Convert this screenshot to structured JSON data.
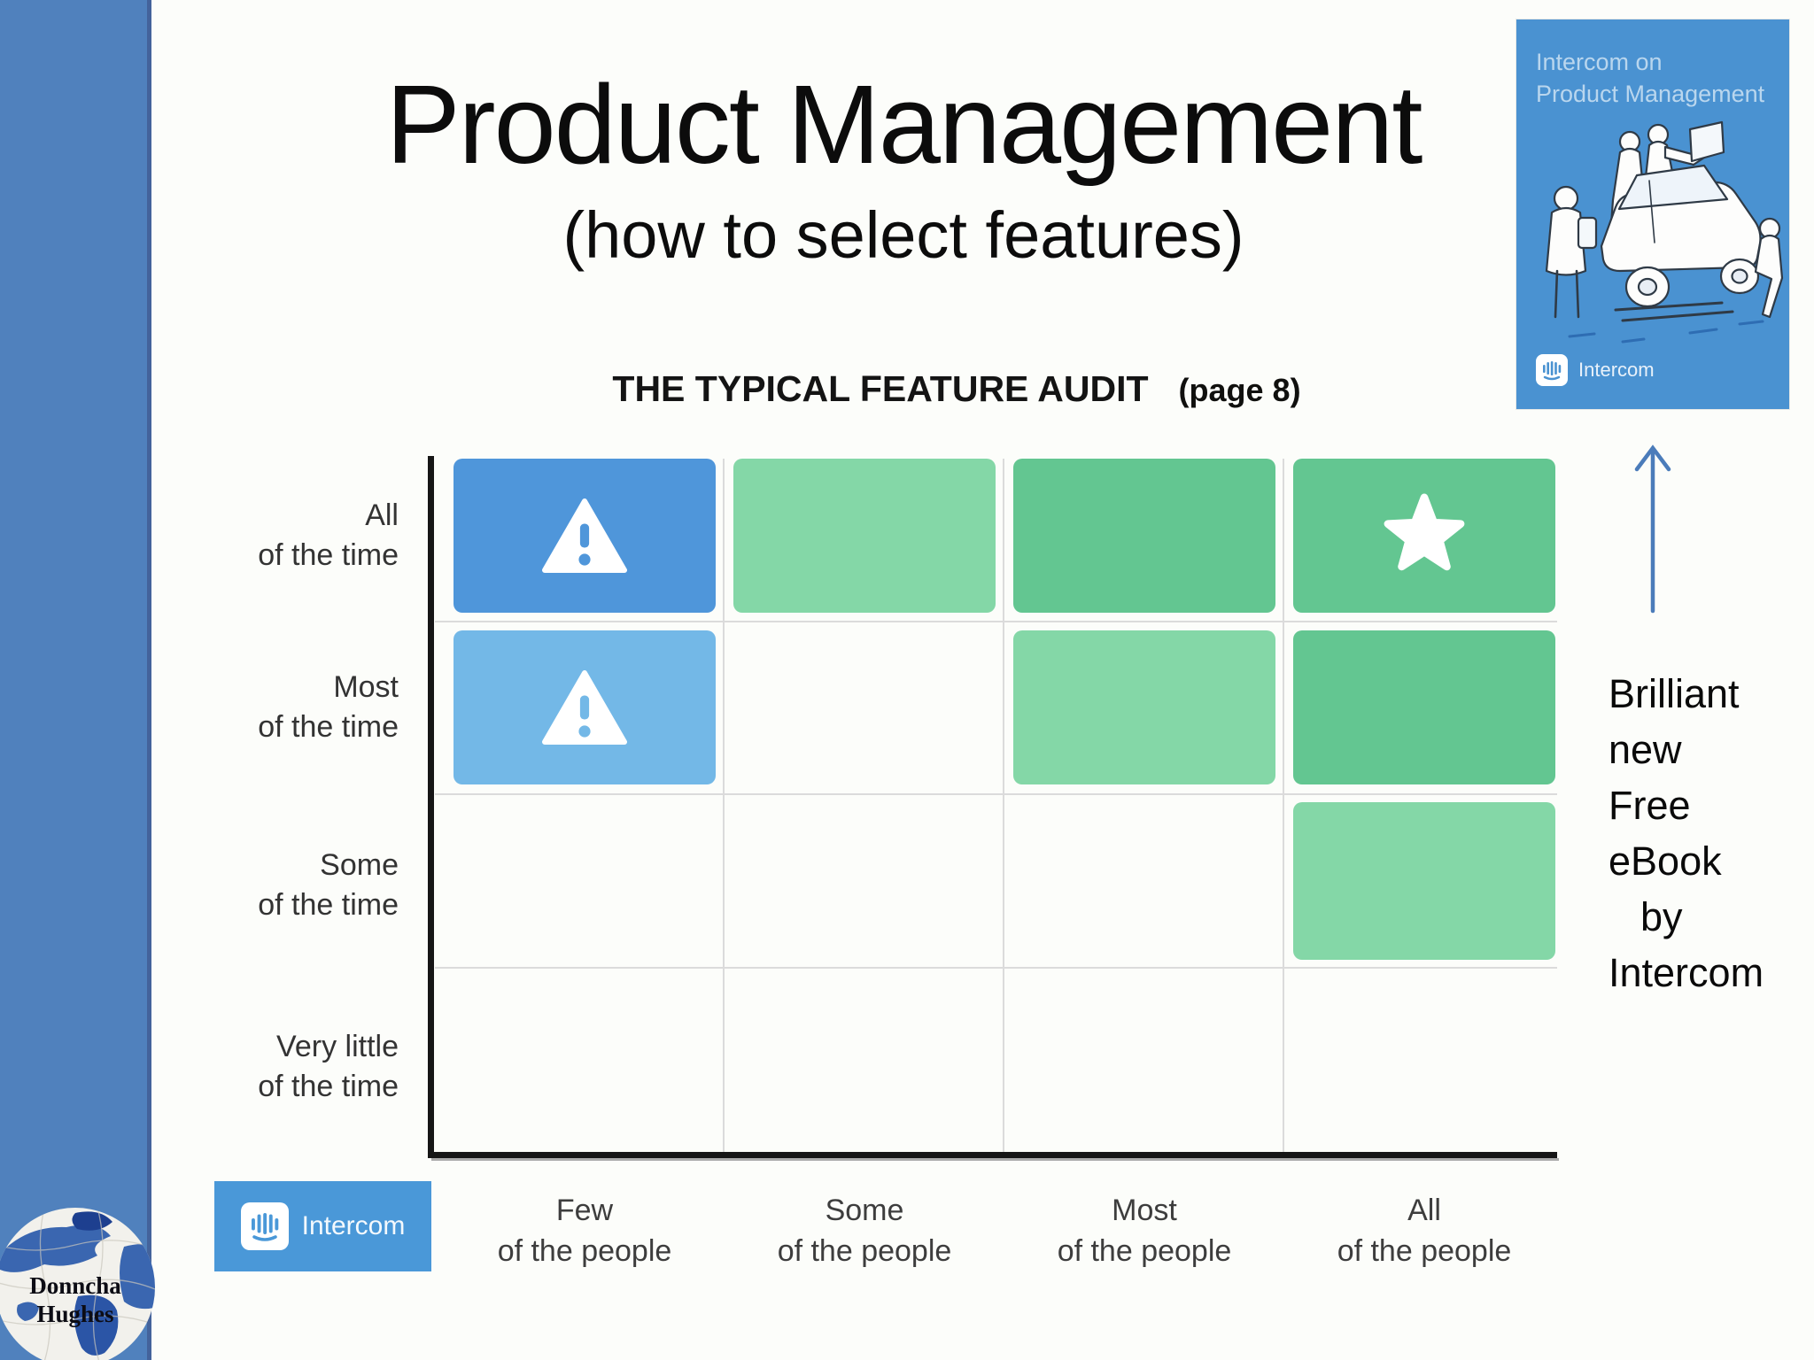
{
  "slide": {
    "title": "Product Management",
    "subtitle": "(how to select features)"
  },
  "chart": {
    "title": "THE TYPICAL FEATURE AUDIT",
    "page_ref": "(page 8)",
    "y_labels": [
      {
        "line1": "All",
        "line2": "of the time"
      },
      {
        "line1": "Most",
        "line2": "of the time"
      },
      {
        "line1": "Some",
        "line2": "of the time"
      },
      {
        "line1": "Very little",
        "line2": "of the time"
      }
    ],
    "x_labels": [
      {
        "line1": "Few",
        "line2": "of the people"
      },
      {
        "line1": "Some",
        "line2": "of the people"
      },
      {
        "line1": "Most",
        "line2": "of the people"
      },
      {
        "line1": "All",
        "line2": "of the people"
      }
    ]
  },
  "chart_data": {
    "type": "heatmap",
    "title": "THE TYPICAL FEATURE AUDIT",
    "x_categories": [
      "Few of the people",
      "Some of the people",
      "Most of the people",
      "All of the people"
    ],
    "y_categories": [
      "All of the time",
      "Most of the time",
      "Some of the time",
      "Very little of the time"
    ],
    "colors": {
      "blue": "#4f96da",
      "blue_light": "#73b8e7",
      "green": "#63c691",
      "green_light": "#84d7a7"
    },
    "cells": [
      {
        "row": 0,
        "col": 0,
        "tone": "blue",
        "icon": "warning"
      },
      {
        "row": 0,
        "col": 1,
        "tone": "green_light",
        "icon": null
      },
      {
        "row": 0,
        "col": 2,
        "tone": "green",
        "icon": null
      },
      {
        "row": 0,
        "col": 3,
        "tone": "green",
        "icon": "star"
      },
      {
        "row": 1,
        "col": 0,
        "tone": "blue_light",
        "icon": "warning"
      },
      {
        "row": 1,
        "col": 2,
        "tone": "green_light",
        "icon": null
      },
      {
        "row": 1,
        "col": 3,
        "tone": "green",
        "icon": null
      },
      {
        "row": 2,
        "col": 3,
        "tone": "green_light",
        "icon": null
      }
    ],
    "grid": "4x4, rows 'Very little of the time' fully empty; axes drawn in black, gridlines light gray",
    "legend_position": "none"
  },
  "intercom_badge": {
    "label": "Intercom",
    "background": "#4a98d8"
  },
  "book_cover": {
    "title_line1": "Intercom on",
    "title_line2": "Product Management",
    "brand": "Intercom",
    "background": "#4a92d1"
  },
  "ebook_note": {
    "lines": [
      "Brilliant",
      "new",
      "Free",
      "eBook",
      "by",
      "Intercom"
    ],
    "arrow_color": "#4b7cba"
  },
  "presenter_logo": {
    "line1": "Donncha",
    "line2": "Hughes"
  }
}
